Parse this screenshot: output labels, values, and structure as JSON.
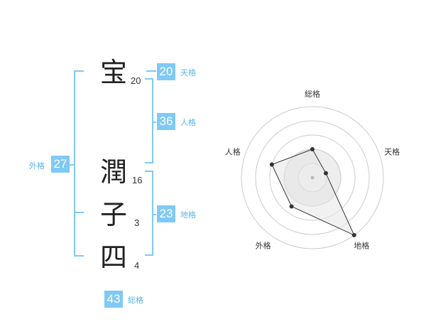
{
  "name_chars": [
    {
      "char": "宝",
      "strokes": "20"
    },
    {
      "char": "潤",
      "strokes": "16"
    },
    {
      "char": "子",
      "strokes": "3"
    },
    {
      "char": "四",
      "strokes": "4"
    }
  ],
  "fortunes": {
    "tenkaku": {
      "label": "天格",
      "value": "20"
    },
    "jinkaku": {
      "label": "人格",
      "value": "36"
    },
    "chikaku": {
      "label": "地格",
      "value": "23"
    },
    "gaikaku": {
      "label": "外格",
      "value": "27"
    },
    "soukaku": {
      "label": "総格",
      "value": "43"
    }
  },
  "colors": {
    "accent": "#7fc9f5",
    "accent_text": "#5ab4ea",
    "radar_fill": "#e6e6e6",
    "radar_line": "#333333"
  },
  "chart_data": {
    "type": "radar",
    "axes": [
      "総格",
      "天格",
      "地格",
      "外格",
      "人格"
    ],
    "values": [
      2,
      1,
      5,
      2.5,
      3
    ],
    "max": 5,
    "rings": 5
  }
}
